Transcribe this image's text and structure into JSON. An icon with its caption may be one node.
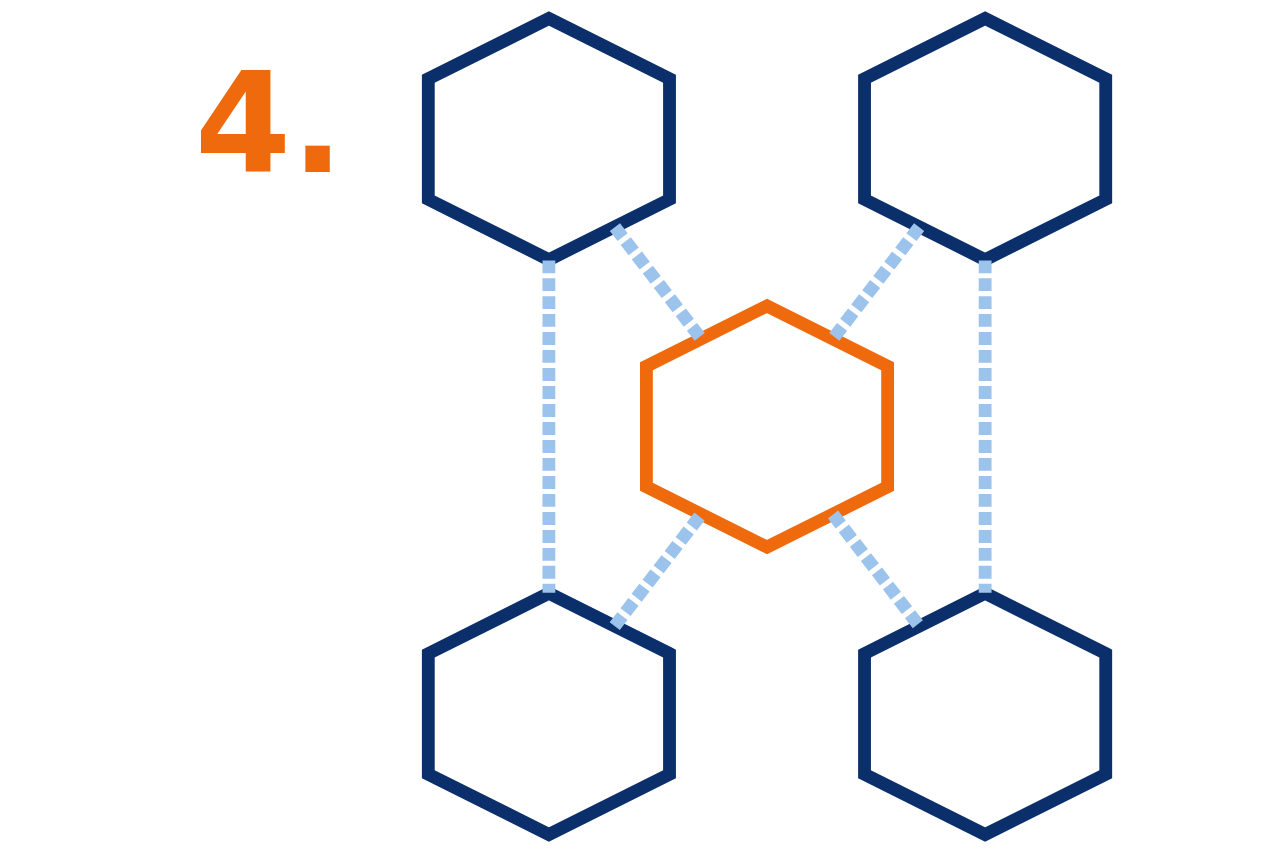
{
  "diagram": {
    "nodes": [
      {
        "text": [],
        "shape": "cube"
      },
      {
        "text": [],
        "shape": "cube"
      },
      {
        "text": [],
        "shape": "cube"
      },
      {
        "text": [],
        "shape": "cube"
      },
      {
        "text": [],
        "shape": "cube"
      }
    ],
    "edges": [
      {
        "from": 0,
        "to": 2,
        "arrow": "none",
        "style": "dashed"
      },
      {
        "from": 1,
        "to": 2,
        "arrow": "none",
        "style": "dashed"
      },
      {
        "from": 0,
        "to": 3,
        "arrow": "none",
        "style": "dashed"
      },
      {
        "from": 1,
        "to": 4,
        "arrow": "none",
        "style": "dashed"
      },
      {
        "from": 3,
        "to": 2,
        "arrow": "none",
        "style": "dashed"
      },
      {
        "from": 2,
        "to": 4,
        "arrow": "none",
        "style": "dashed"
      }
    ],
    "labels": [
      "4."
    ]
  }
}
